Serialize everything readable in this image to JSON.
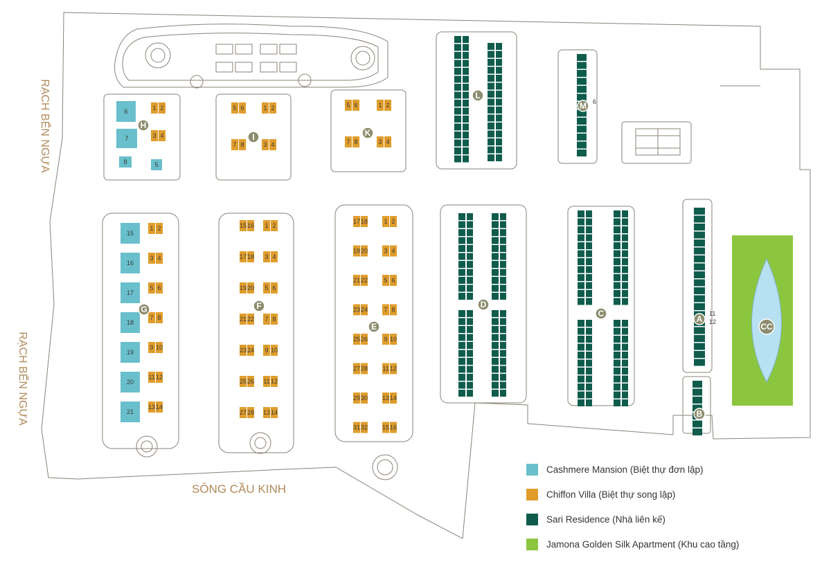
{
  "colors": {
    "cashmere": "#69bfcb",
    "chiffon": "#e09d2c",
    "sari": "#0f5c4c",
    "jamona": "#8cc63f",
    "lake": "#b7e1f2",
    "outline": "#8a8276",
    "badge": "#8c8c6e",
    "river_text": "#b08a5a"
  },
  "rivers": {
    "left_top": "RẠCH BẾN NGỰA",
    "left_bottom": "RẠCH BẾN NGỰA",
    "bottom": "SÔNG CẦU KINH"
  },
  "blocks": {
    "H": "H",
    "I": "I",
    "K": "K",
    "L": "L",
    "M": "M",
    "G": "G",
    "F": "F",
    "E": "E",
    "D": "D",
    "C": "C",
    "A": "A",
    "B": "B",
    "CC": "CC"
  },
  "legend": [
    {
      "key": "cashmere",
      "label": "Cashmere Mansion (Biệt thự đơn lập)"
    },
    {
      "key": "chiffon",
      "label": "Chiffon Villa (Biệt thự song lập)"
    },
    {
      "key": "sari",
      "label": "Sari Residence (Nhà liên kế)"
    },
    {
      "key": "jamona",
      "label": "Jamona Golden Silk Apartment (Khu cao tầng)"
    }
  ],
  "lots": {
    "H": {
      "villa": [
        "1",
        "2",
        "3",
        "4"
      ],
      "mansion": [
        "6",
        "7",
        "8",
        "5"
      ]
    },
    "I": [
      "5",
      "6",
      "7",
      "8",
      "1",
      "2",
      "3",
      "4"
    ],
    "K": [
      "5",
      "6",
      "7",
      "8",
      "1",
      "2",
      "3",
      "4"
    ],
    "G": {
      "villa": [
        "1",
        "2",
        "3",
        "4",
        "5",
        "6",
        "7",
        "8",
        "9",
        "10",
        "11",
        "12",
        "13",
        "14"
      ],
      "mansion": [
        "15",
        "16",
        "17",
        "18",
        "19",
        "20",
        "21"
      ]
    },
    "F": {
      "left": [
        "15",
        "16",
        "17",
        "18",
        "19",
        "20",
        "21",
        "22",
        "23",
        "24",
        "25",
        "26",
        "27",
        "28"
      ],
      "right": [
        "1",
        "2",
        "3",
        "4",
        "5",
        "6",
        "7",
        "8",
        "9",
        "10",
        "11",
        "12",
        "13",
        "14"
      ]
    },
    "E": {
      "left": [
        "17",
        "18",
        "19",
        "20",
        "21",
        "22",
        "23",
        "24",
        "25",
        "26",
        "27",
        "28",
        "29",
        "30",
        "31",
        "32"
      ],
      "right": [
        "1",
        "2",
        "3",
        "4",
        "5",
        "6",
        "7",
        "8",
        "9",
        "10",
        "11",
        "12",
        "13",
        "14",
        "15",
        "16"
      ]
    },
    "A": [
      "11",
      "12"
    ],
    "M": [
      "6"
    ]
  }
}
